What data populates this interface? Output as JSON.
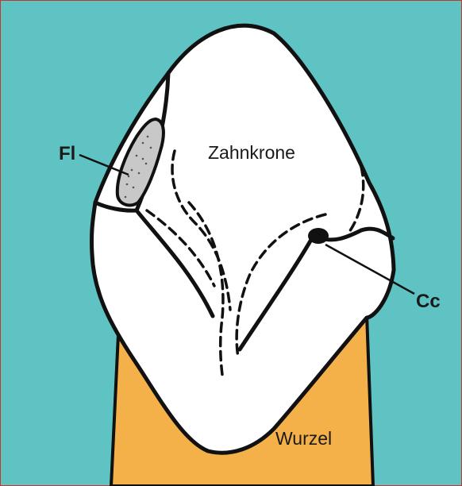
{
  "figure": {
    "colors": {
      "background": "#5fc3c3",
      "border": "#c0392b",
      "crown": "#ffffff",
      "root": "#f5b149",
      "outline": "#111111",
      "fissure_fill": "#c8c8c8"
    },
    "labels": {
      "fl": "Fl",
      "crown": "Zahnkrone",
      "cc": "Cc",
      "root": "Wurzel"
    }
  }
}
